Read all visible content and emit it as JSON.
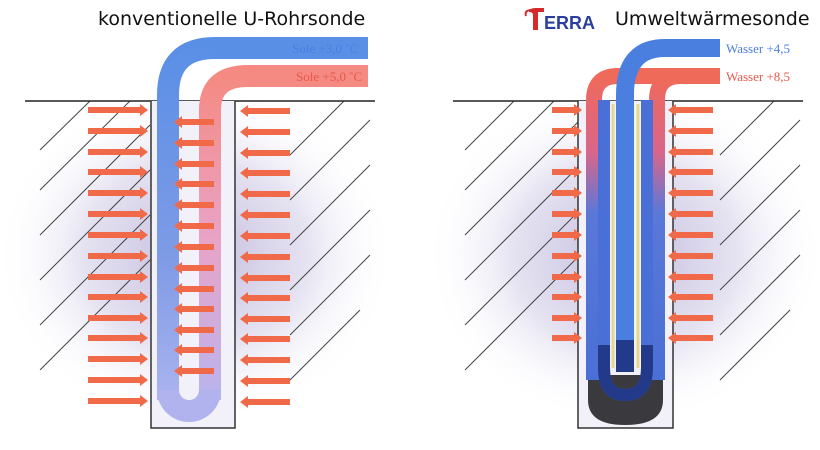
{
  "left_panel": {
    "title": "konventionelle U-Rohrsonde",
    "labels": [
      {
        "text": "Sole +3,0 ˚C",
        "color": "#4a7fe0"
      },
      {
        "text": "Sole +5,0 ˚C",
        "color": "#e8584a"
      }
    ]
  },
  "right_panel": {
    "brand": "ERRA",
    "title": "Umweltwärmesonde",
    "labels": [
      {
        "text": "Wasser +4,5",
        "color": "#4a7fe0"
      },
      {
        "text": "Wasser +8,5",
        "color": "#e8584a"
      }
    ]
  },
  "colors": {
    "cold_pipe": "#5b8fe8",
    "warm_pipe": "#f28a7e",
    "arrow": "#f06a4a",
    "brand_red": "#d42a2a",
    "brand_blue": "#2a3f9e"
  }
}
